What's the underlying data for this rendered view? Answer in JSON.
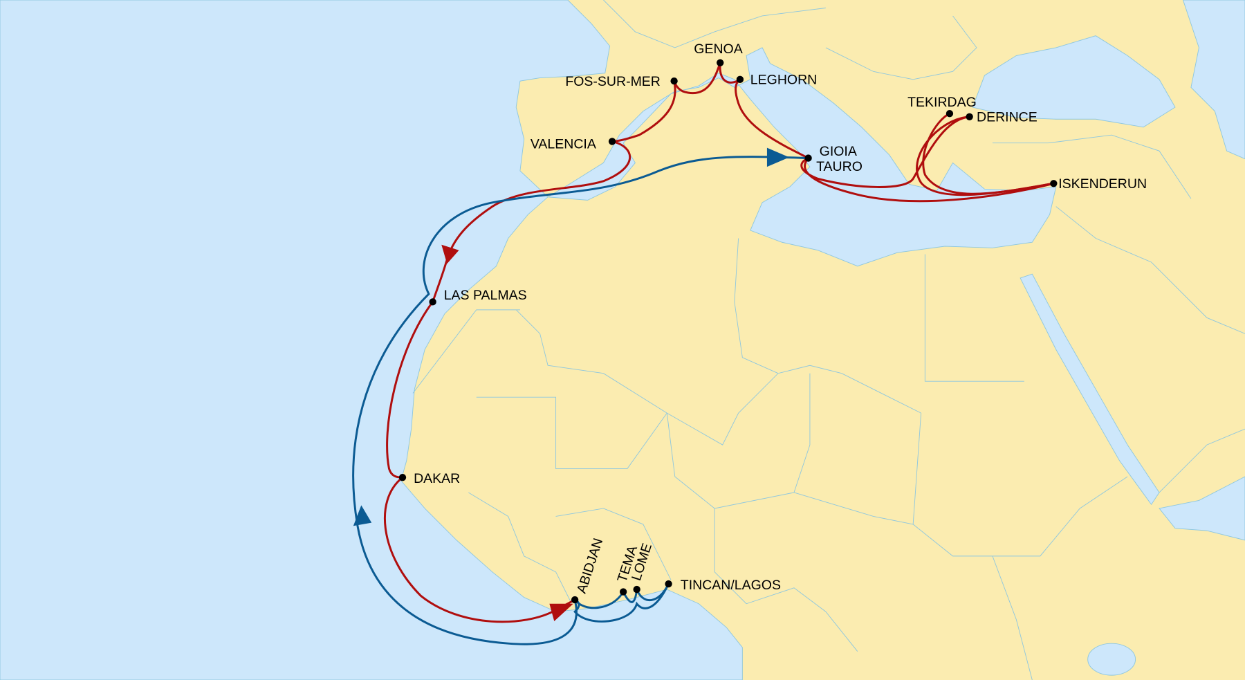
{
  "colors": {
    "sea": "#cde7fb",
    "land": "#fbecb0",
    "border": "#8ec7df",
    "route_red": "#b00e0e",
    "route_blue": "#0b5b93",
    "port": "#000000"
  },
  "ports": {
    "genoa": "GENOA",
    "fos": "FOS-SUR-MER",
    "leghorn": "LEGHORN",
    "valencia": "VALENCIA",
    "gioia_1": "GIOIA",
    "gioia_2": "TAURO",
    "tekirdag": "TEKIRDAG",
    "derince": "DERINCE",
    "iskenderun": "ISKENDERUN",
    "las_palmas": "LAS PALMAS",
    "dakar": "DAKAR",
    "abidjan": "ABIDJAN",
    "tema": "TEMA",
    "lome": "LOME",
    "tincan": "TINCAN/LAGOS"
  }
}
